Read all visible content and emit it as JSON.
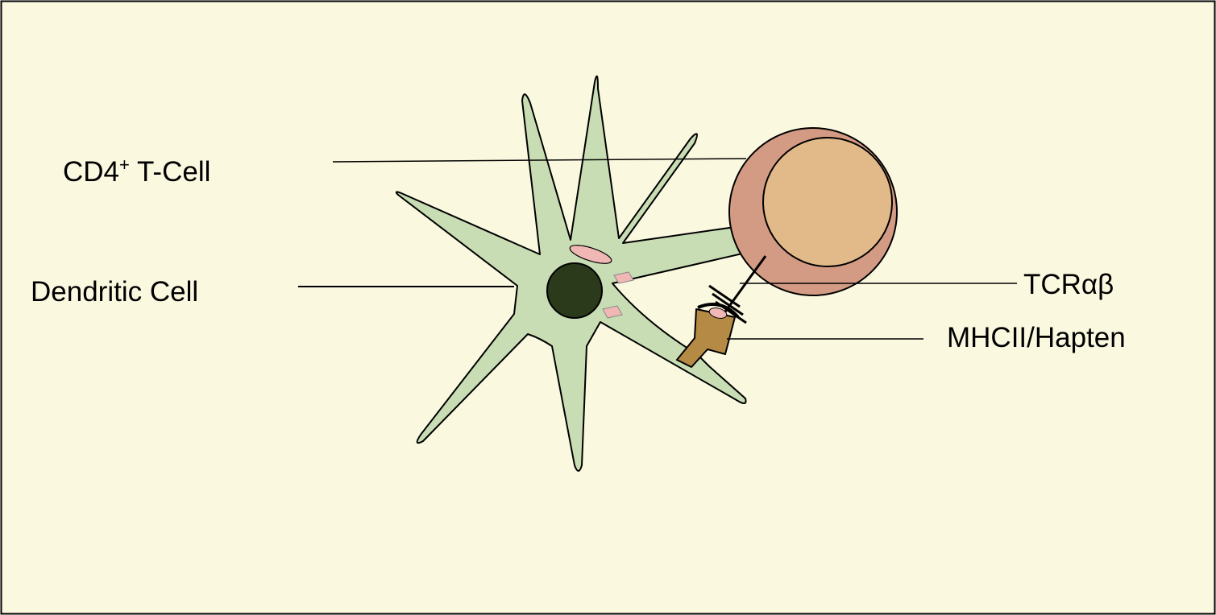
{
  "labels": {
    "t_cell": {
      "main": "CD4",
      "sup": "+",
      "rest": " T-Cell"
    },
    "dendritic_cell": "Dendritic Cell",
    "tcr": "TCRαβ",
    "mhc": "MHCII/Hapten"
  },
  "colors": {
    "background": "#FBF8E0",
    "dendritic_cell_fill": "#C8DDB4",
    "nucleus": "#2A3A1A",
    "granule": "#F1B7B5",
    "t_cell_outer": "#D39B83",
    "t_cell_inner": "#E2BA8A",
    "mhc_molecule": "#B58A45",
    "outline": "#000000"
  },
  "icons": {
    "tcr_receptor": "double-crossbar-line",
    "mhc_molecule": "bracket-shaped-protein"
  }
}
